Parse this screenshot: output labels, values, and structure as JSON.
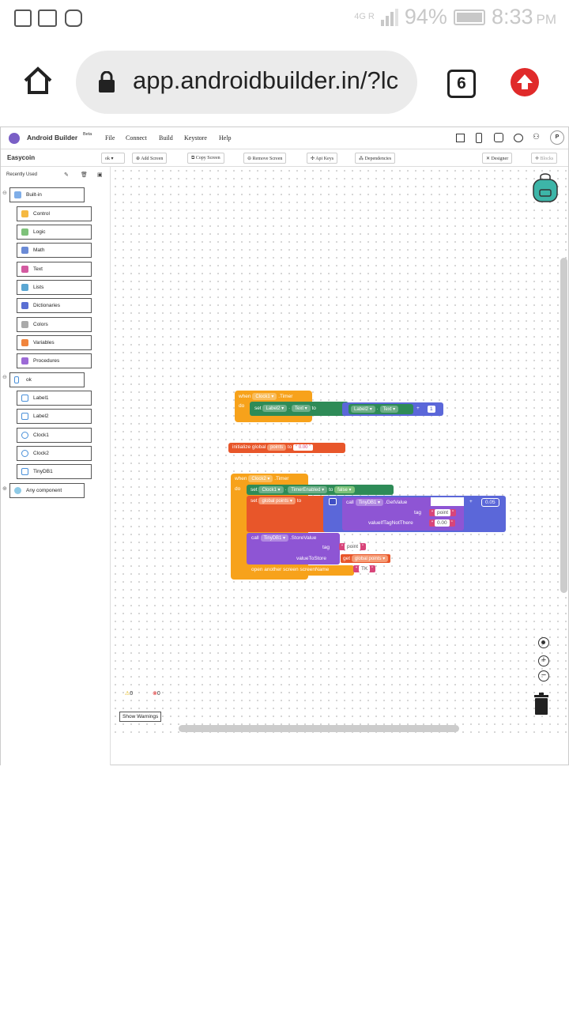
{
  "status_bar": {
    "network": "4G R",
    "battery": "94%",
    "time": "8:33",
    "ampm": "PM"
  },
  "browser": {
    "url": "app.androidbuilder.in/?lc",
    "tab_count": "6"
  },
  "app": {
    "brand": "Android Builder",
    "brand_badge": "Beta",
    "menu": [
      "File",
      "Connect",
      "Build",
      "Keystore",
      "Help"
    ],
    "avatar": "P",
    "project_name": "Easycoin",
    "screen_select": "ok",
    "toolbar": {
      "add_screen": "Add Screen",
      "copy_screen": "Copy Screen",
      "remove_screen": "Remove Screen",
      "api_keys": "Api Keys",
      "dependencies": "Dependencies",
      "designer": "Designer",
      "blocks": "Blocks"
    },
    "sidebar": {
      "recently_used": "Recently Used",
      "built_in": "Built-in",
      "builtin_items": [
        "Control",
        "Logic",
        "Math",
        "Text",
        "Lists",
        "Dictionaries",
        "Colors",
        "Variables",
        "Procedures"
      ],
      "screen": "ok",
      "components": [
        "Label1",
        "Label2",
        "Clock1",
        "Clock2",
        "TinyDB1"
      ],
      "any_component": "Any component"
    },
    "blocks": {
      "b1": {
        "when": "when",
        "comp": "Clock1",
        "event": ".Timer",
        "do": "do",
        "set": "set",
        "target": "Label2",
        "prop": "Text",
        "to": "to",
        "get_comp": "Label2",
        "get_prop": "Text",
        "plus": "+",
        "num": "1"
      },
      "b2": {
        "init": "initialize global",
        "name": "points",
        "to": "to",
        "value": "0.00"
      },
      "b3": {
        "when": "when",
        "comp": "Clock2",
        "event": ".Timer",
        "do": "do",
        "set": "set",
        "set_comp": "Clock1",
        "set_prop": "TimerEnabled",
        "to": "to",
        "bool": "false",
        "set2": "set",
        "var": "global points",
        "to2": "to",
        "call": "call",
        "db": "TinyDB1",
        "method": ".GetValue",
        "plus": "+",
        "num": "0.05",
        "tag_label": "tag",
        "tag_val": "point",
        "vitnt_label": "valueIfTagNotThere",
        "vitnt_val": "0.00",
        "call2": "call",
        "db2": "TinyDB1",
        "method2": ".StoreValue",
        "tag2_label": "tag",
        "tag2_val": "point",
        "vts_label": "valueToStore",
        "get": "get",
        "get_var": "global points",
        "open": "open another screen",
        "screen_label": "screenName",
        "screen_val": "TK"
      }
    },
    "warnings": {
      "warn_count": "0",
      "error_count": "0",
      "button": "Show Warnings"
    }
  }
}
